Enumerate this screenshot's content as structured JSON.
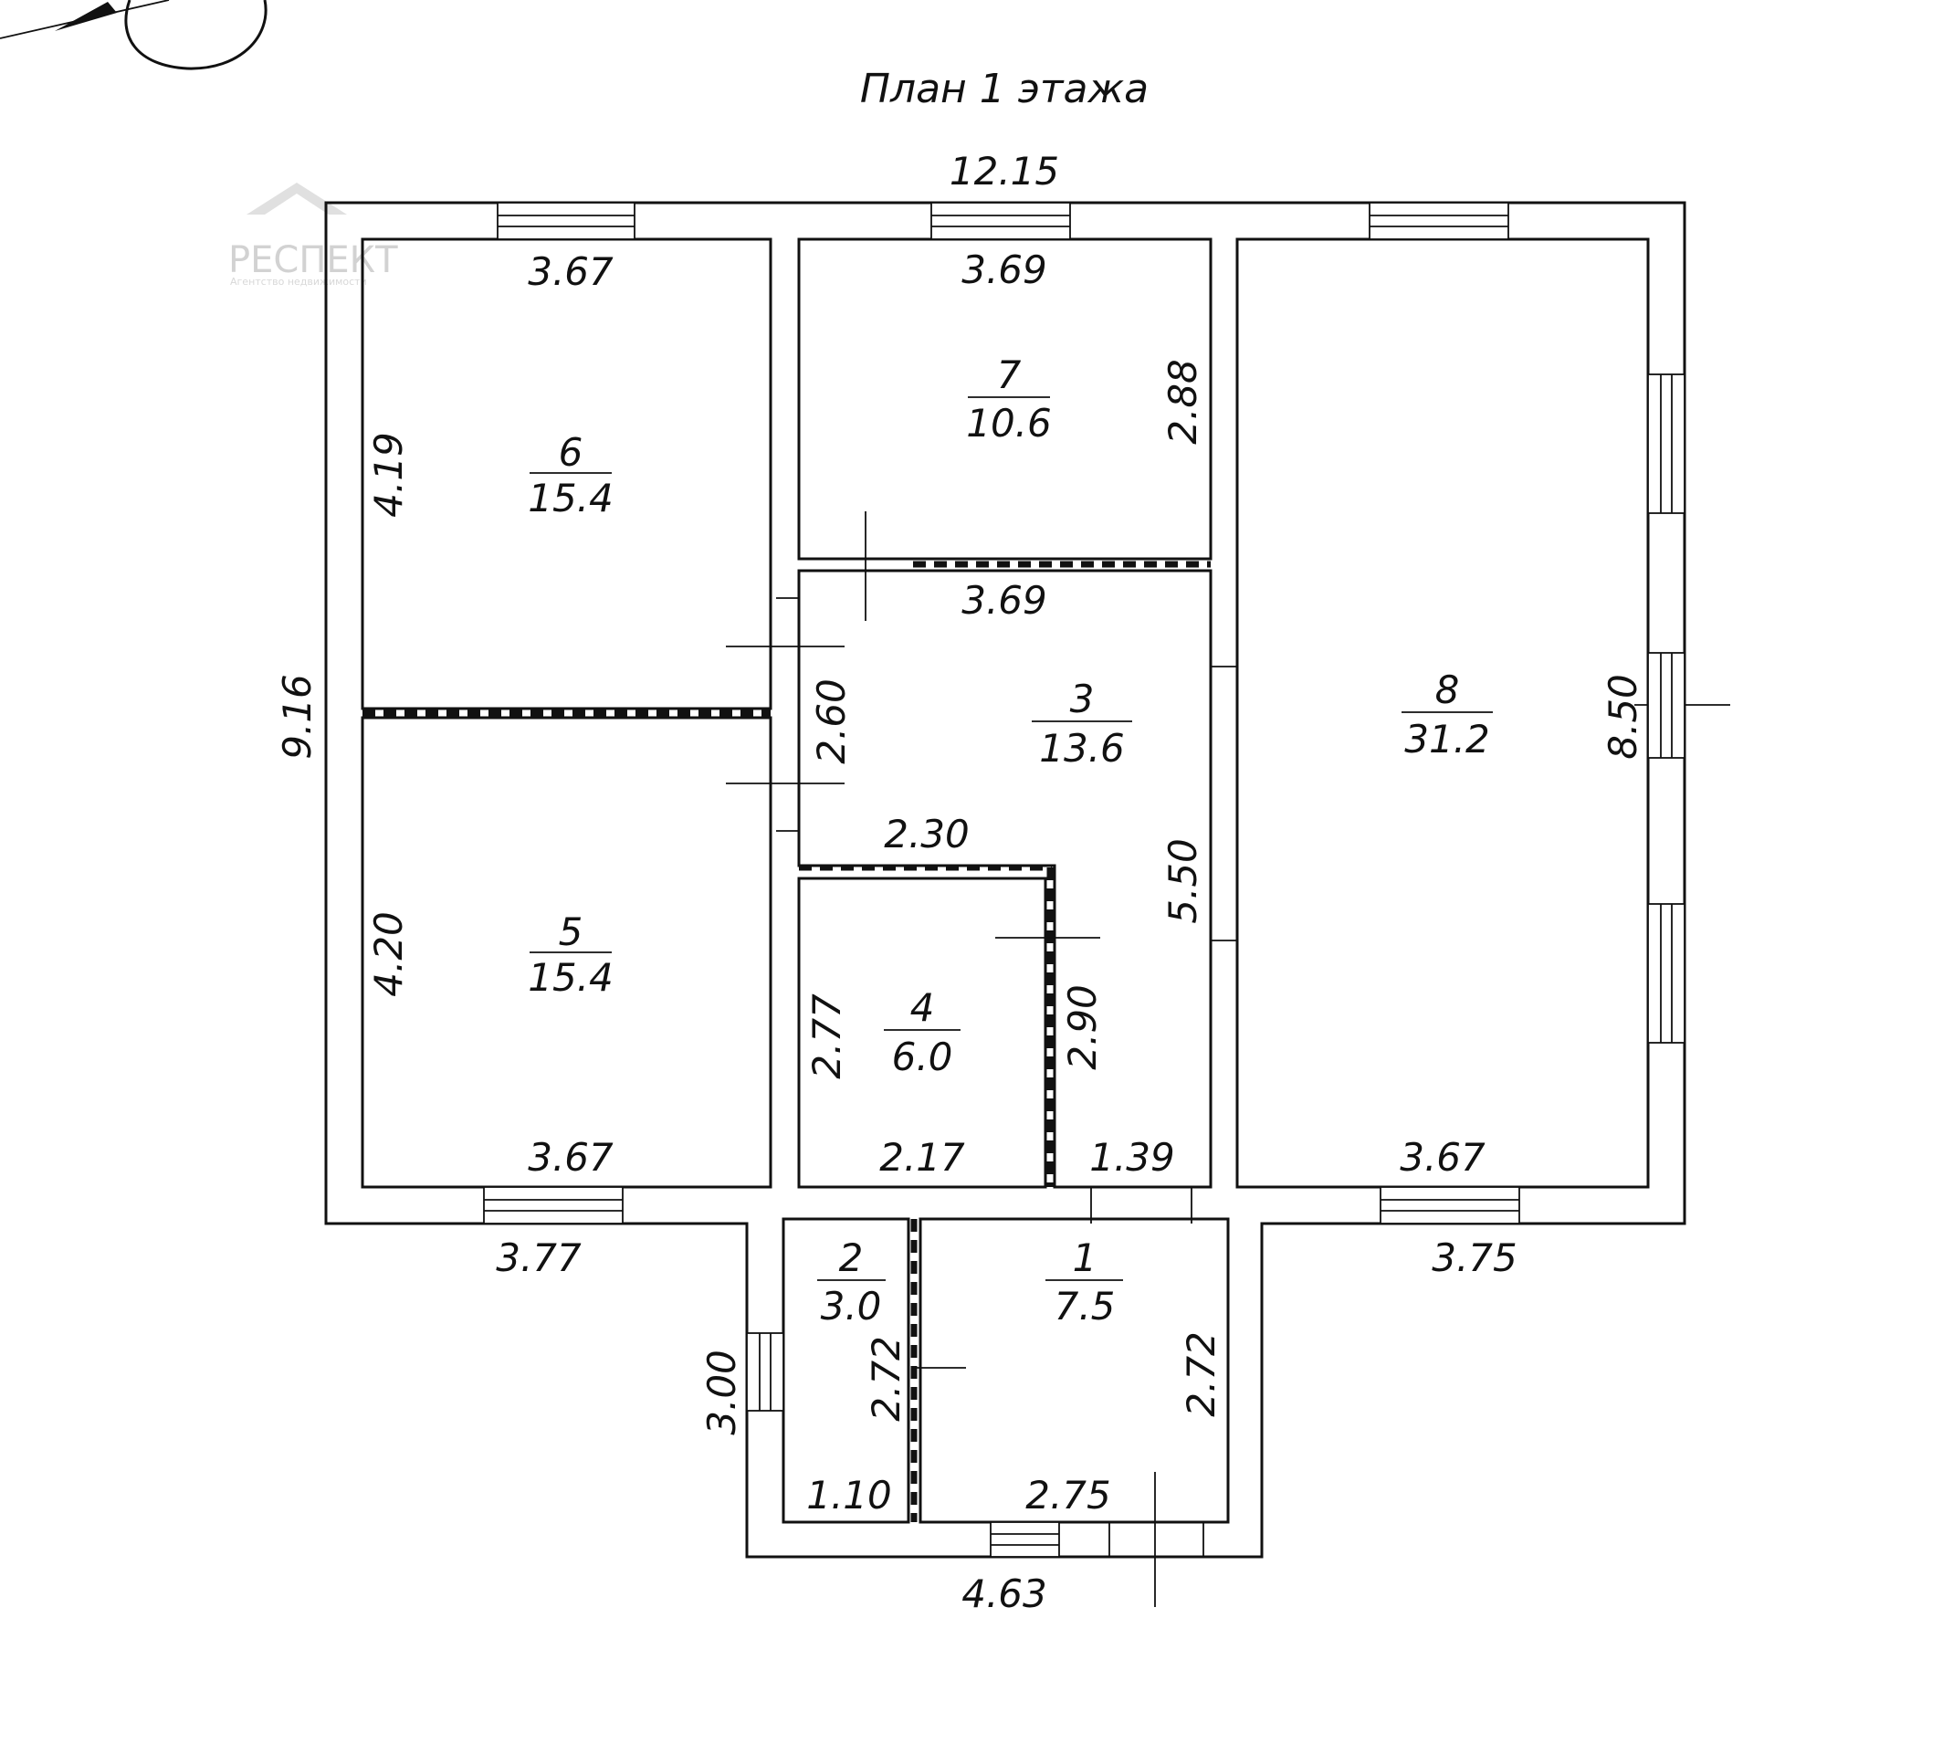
{
  "title": "План 1 этажа",
  "logo": {
    "name": "РЕСПЕКТ",
    "tagline": "Агентство недвижимости"
  },
  "overall_dimensions": {
    "top_width": "12.15",
    "left_height": "9.16",
    "right_height": "8.50",
    "bottom_left": "3.77",
    "bottom_right": "3.75",
    "porch_width": "4.63",
    "porch_height": "3.00"
  },
  "rooms": [
    {
      "number": "1",
      "area": "7.5",
      "dims": [
        "2.75",
        "2.72"
      ]
    },
    {
      "number": "2",
      "area": "3.0",
      "dims": [
        "1.10",
        "2.72"
      ]
    },
    {
      "number": "3",
      "area": "13.6",
      "dims": [
        "3.69",
        "5.50",
        "2.60",
        "2.30",
        "1.39"
      ]
    },
    {
      "number": "4",
      "area": "6.0",
      "dims": [
        "2.17",
        "2.77",
        "2.90"
      ]
    },
    {
      "number": "5",
      "area": "15.4",
      "dims": [
        "3.67",
        "4.20"
      ]
    },
    {
      "number": "6",
      "area": "15.4",
      "dims": [
        "3.67",
        "4.19"
      ]
    },
    {
      "number": "7",
      "area": "10.6",
      "dims": [
        "3.69",
        "2.88"
      ]
    },
    {
      "number": "8",
      "area": "31.2",
      "dims": [
        "3.67"
      ]
    }
  ]
}
